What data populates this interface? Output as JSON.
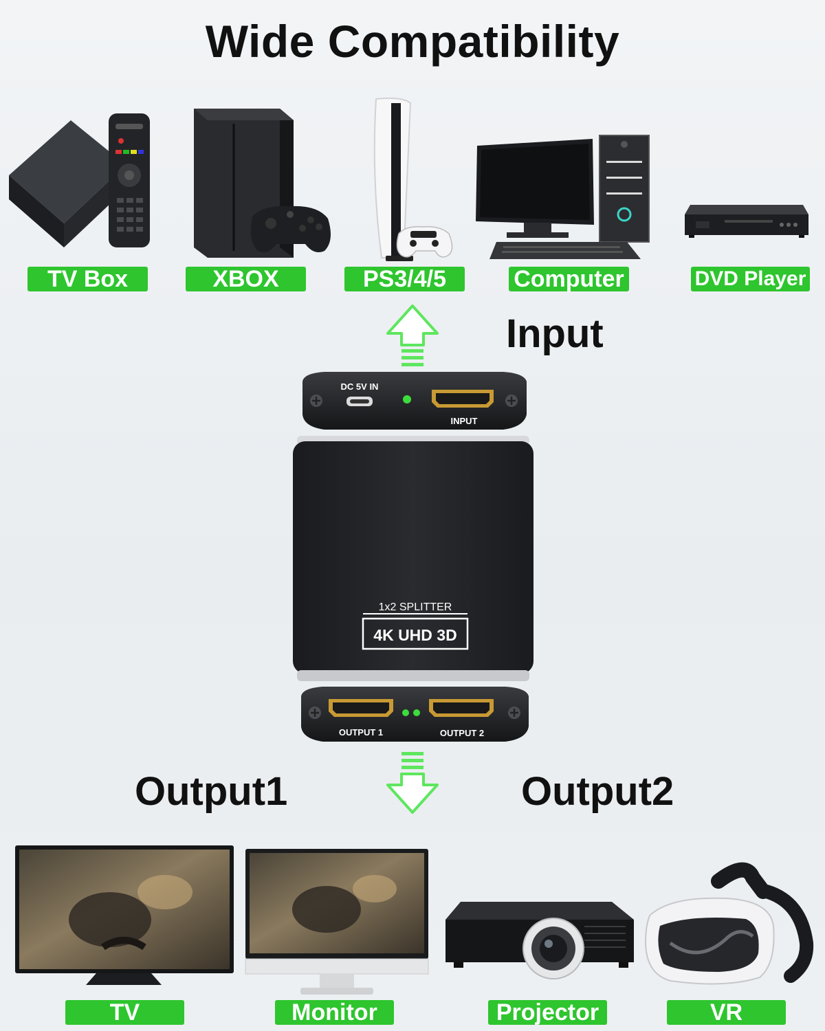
{
  "title": "Wide Compatibility",
  "input_label": "Input",
  "output1_label": "Output1",
  "output2_label": "Output2",
  "input_devices": [
    "TV Box",
    "XBOX",
    "PS3/4/5",
    "Computer",
    "DVD Player"
  ],
  "output_devices": [
    "TV",
    "Monitor",
    "Projector",
    "VR"
  ],
  "splitter": {
    "dc_label": "DC 5V IN",
    "input_port": "INPUT",
    "badge_top": "1x2 SPLITTER",
    "badge_main": "4K UHD 3D",
    "output_port_1": "OUTPUT 1",
    "output_port_2": "OUTPUT 2"
  },
  "colors": {
    "accent_green": "#2ec52e",
    "arrow_green": "#5ee65e",
    "led_green": "#3ddc3d"
  }
}
